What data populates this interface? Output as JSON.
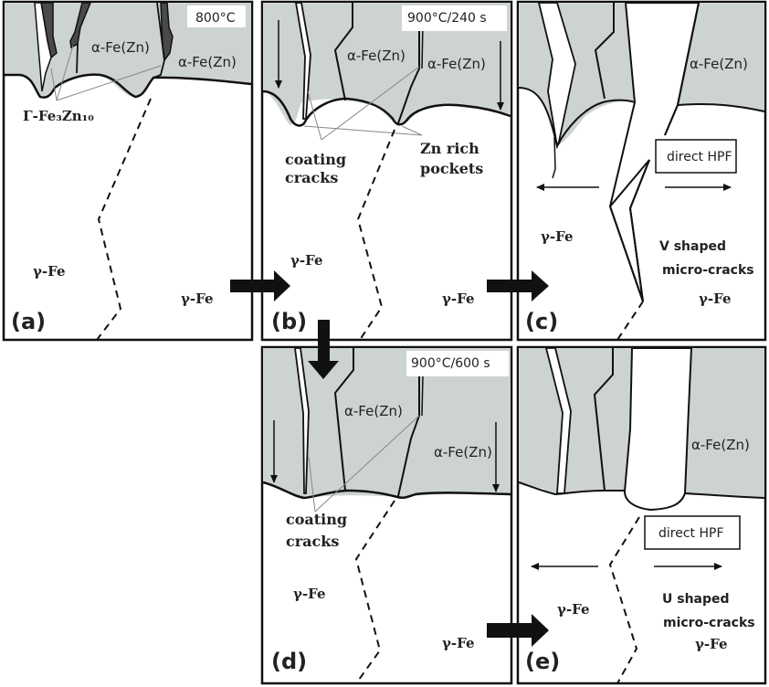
{
  "figure": {
    "colors": {
      "coating": "#cdd3d0",
      "gamma_phase": "#4a4a4a",
      "outline": "#111111",
      "leader": "#888888",
      "background": "#ffffff"
    },
    "panels": [
      {
        "id": "a",
        "letter": "(a)",
        "condition": "800°C",
        "labels": {
          "alpha_left": "α-Fe(Zn)",
          "alpha_right": "α-Fe(Zn)",
          "gamma_phase_label": "Γ-Fe₃Zn₁₀",
          "gamma_left": "γ-Fe",
          "gamma_right": "γ-Fe"
        }
      },
      {
        "id": "b",
        "letter": "(b)",
        "condition": "900°C/240 s",
        "labels": {
          "alpha_left": "α-Fe(Zn)",
          "alpha_right": "α-Fe(Zn)",
          "coating_cracks_1": "coating",
          "coating_cracks_2": "cracks",
          "zn_rich_1": "Zn rich",
          "zn_rich_2": "pockets",
          "gamma_left": "γ-Fe",
          "gamma_right": "γ-Fe"
        }
      },
      {
        "id": "c",
        "letter": "(c)",
        "labels": {
          "alpha": "α-Fe(Zn)",
          "process_box": "direct HPF",
          "crack_type_1": "V shaped",
          "crack_type_2": "micro-cracks",
          "gamma_left": "γ-Fe",
          "gamma_right": "γ-Fe"
        }
      },
      {
        "id": "d",
        "letter": "(d)",
        "condition": "900°C/600 s",
        "labels": {
          "alpha_left": "α-Fe(Zn)",
          "alpha_right": "α-Fe(Zn)",
          "coating_cracks_1": "coating",
          "coating_cracks_2": "cracks",
          "gamma_left": "γ-Fe",
          "gamma_right": "γ-Fe"
        }
      },
      {
        "id": "e",
        "letter": "(e)",
        "labels": {
          "alpha": "α-Fe(Zn)",
          "process_box": "direct HPF",
          "crack_type_1": "U shaped",
          "crack_type_2": "micro-cracks",
          "gamma_left": "γ-Fe",
          "gamma_right": "γ-Fe"
        }
      }
    ],
    "flow_arrows": [
      {
        "from": "a",
        "to": "b"
      },
      {
        "from": "b",
        "to": "c"
      },
      {
        "from": "b",
        "to": "d"
      },
      {
        "from": "d",
        "to": "e"
      }
    ]
  }
}
